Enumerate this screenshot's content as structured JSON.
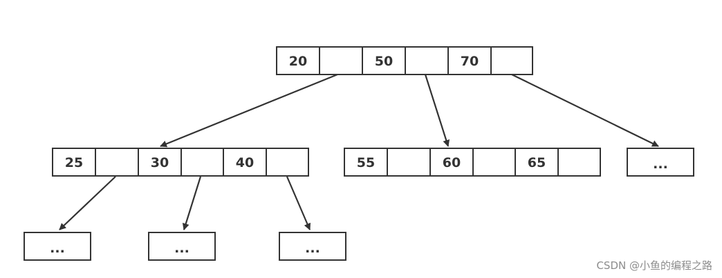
{
  "diagram": {
    "root": {
      "keys": [
        "20",
        "50",
        "70"
      ]
    },
    "level1": [
      {
        "keys": [
          "25",
          "30",
          "40"
        ]
      },
      {
        "keys": [
          "55",
          "60",
          "65"
        ]
      },
      {
        "ellipsis": "..."
      }
    ],
    "level2": [
      {
        "ellipsis": "..."
      },
      {
        "ellipsis": "..."
      },
      {
        "ellipsis": "..."
      }
    ]
  },
  "watermark": "CSDN @小鱼的编程之路"
}
